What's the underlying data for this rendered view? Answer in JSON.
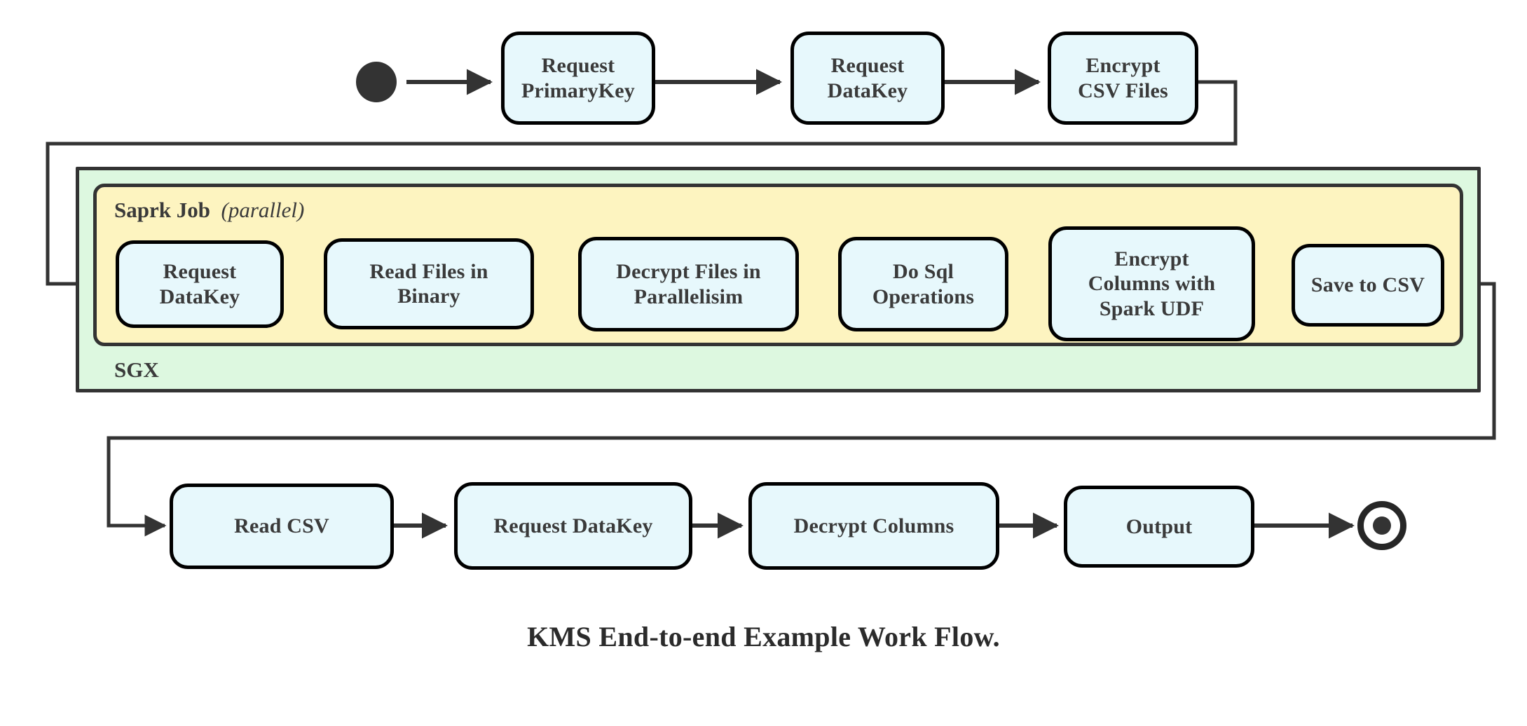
{
  "diagram": {
    "caption": "KMS End-to-end Example Work Flow.",
    "colors": {
      "node_fill": "#e7f8fc",
      "node_border": "#000000",
      "sgx_fill": "#ddf8e0",
      "spark_fill": "#fdf4c0",
      "group_border": "#333333",
      "arrow": "#333333",
      "text": "#3a3a3a"
    },
    "groups": [
      {
        "id": "sgx",
        "label": "SGX",
        "label_position": "bottom-left"
      },
      {
        "id": "spark",
        "label": "Saprk Job",
        "label_note": "(parallel)",
        "label_note_italic": "parallel",
        "label_position": "top-left"
      }
    ],
    "markers": {
      "start": "start-node",
      "end": "end-node"
    },
    "rows": {
      "top": [
        {
          "id": "request-primarykey",
          "lines": [
            "Request",
            "PrimaryKey"
          ]
        },
        {
          "id": "request-datakey-top",
          "lines": [
            "Request",
            "DataKey"
          ]
        },
        {
          "id": "encrypt-csv-files",
          "lines": [
            "Encrypt",
            "CSV Files"
          ]
        }
      ],
      "spark": [
        {
          "id": "request-datakey-spark",
          "lines": [
            "Request",
            "DataKey"
          ]
        },
        {
          "id": "read-files-in-binary",
          "lines": [
            "Read Files in",
            "Binary"
          ]
        },
        {
          "id": "decrypt-files-in-parallelisim",
          "lines": [
            "Decrypt Files in",
            "Parallelisim"
          ]
        },
        {
          "id": "do-sql-operations",
          "lines": [
            "Do Sql",
            "Operations"
          ]
        },
        {
          "id": "encrypt-columns-with-spark-udf",
          "lines": [
            "Encrypt",
            "Columns with",
            "Spark UDF"
          ]
        },
        {
          "id": "save-to-csv",
          "lines": [
            "Save to CSV"
          ]
        }
      ],
      "bottom": [
        {
          "id": "read-csv",
          "lines": [
            "Read CSV"
          ]
        },
        {
          "id": "request-datakey-bottom",
          "lines": [
            "Request DataKey"
          ]
        },
        {
          "id": "decrypt-columns",
          "lines": [
            "Decrypt Columns"
          ]
        },
        {
          "id": "output",
          "lines": [
            "Output"
          ]
        }
      ]
    }
  }
}
